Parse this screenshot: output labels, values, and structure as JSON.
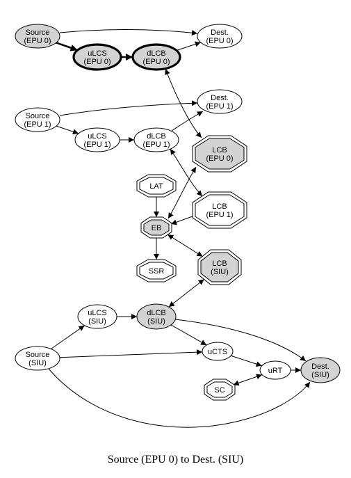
{
  "caption": "Source (EPU 0) to Dest. (SIU)",
  "colors": {
    "filled": "#d3d3d3",
    "plain": "#ffffff",
    "stroke": "#000000"
  },
  "nodes": {
    "src_epu0": {
      "shape": "ellipse",
      "lines": [
        "Source",
        "(EPU 0)"
      ],
      "filled": true,
      "bold": false
    },
    "dest_epu0": {
      "shape": "ellipse",
      "lines": [
        "Dest.",
        "(EPU 0)"
      ],
      "filled": false,
      "bold": false
    },
    "ulcs_epu0": {
      "shape": "ellipse",
      "lines": [
        "uLCS",
        "(EPU 0)"
      ],
      "filled": true,
      "bold": true
    },
    "dlcb_epu0": {
      "shape": "ellipse",
      "lines": [
        "dLCB",
        "(EPU 0)"
      ],
      "filled": true,
      "bold": true
    },
    "src_epu1": {
      "shape": "ellipse",
      "lines": [
        "Source",
        "(EPU 1)"
      ],
      "filled": false,
      "bold": false
    },
    "dest_epu1": {
      "shape": "ellipse",
      "lines": [
        "Dest.",
        "(EPU 1)"
      ],
      "filled": false,
      "bold": false
    },
    "ulcs_epu1": {
      "shape": "ellipse",
      "lines": [
        "uLCS",
        "(EPU 1)"
      ],
      "filled": false,
      "bold": false
    },
    "dlcb_epu1": {
      "shape": "ellipse",
      "lines": [
        "dLCB",
        "(EPU 1)"
      ],
      "filled": false,
      "bold": false
    },
    "lcb_epu0": {
      "shape": "octagon",
      "lines": [
        "LCB",
        "(EPU 0)"
      ],
      "filled": true,
      "bold": false
    },
    "lat": {
      "shape": "octagon",
      "lines": [
        "LAT"
      ],
      "filled": false,
      "bold": false
    },
    "lcb_epu1": {
      "shape": "octagon",
      "lines": [
        "LCB",
        "(EPU 1)"
      ],
      "filled": false,
      "bold": false
    },
    "eb": {
      "shape": "octagon",
      "lines": [
        "EB"
      ],
      "filled": true,
      "bold": false
    },
    "lcb_siu": {
      "shape": "octagon",
      "lines": [
        "LCB",
        "(SIU)"
      ],
      "filled": true,
      "bold": false
    },
    "ssr": {
      "shape": "octagon",
      "lines": [
        "SSR"
      ],
      "filled": false,
      "bold": false
    },
    "ulcs_siu": {
      "shape": "ellipse",
      "lines": [
        "uLCS",
        "(SIU)"
      ],
      "filled": false,
      "bold": false
    },
    "dlcb_siu": {
      "shape": "ellipse",
      "lines": [
        "dLCB",
        "(SIU)"
      ],
      "filled": true,
      "bold": false
    },
    "src_siu": {
      "shape": "ellipse",
      "lines": [
        "Source",
        "(SIU)"
      ],
      "filled": false,
      "bold": false
    },
    "ucts": {
      "shape": "ellipse",
      "lines": [
        "uCTS"
      ],
      "filled": false,
      "bold": false
    },
    "urt": {
      "shape": "ellipse",
      "lines": [
        "uRT"
      ],
      "filled": false,
      "bold": false
    },
    "dest_siu": {
      "shape": "ellipse",
      "lines": [
        "Dest.",
        "(SIU)"
      ],
      "filled": true,
      "bold": false
    },
    "sc": {
      "shape": "octagon",
      "lines": [
        "SC"
      ],
      "filled": false,
      "bold": false
    }
  },
  "edges": [
    {
      "from": "src_epu0",
      "to": "dest_epu0",
      "dir": "forward",
      "bold": false
    },
    {
      "from": "src_epu0",
      "to": "ulcs_epu0",
      "dir": "forward",
      "bold": true
    },
    {
      "from": "ulcs_epu0",
      "to": "dlcb_epu0",
      "dir": "forward",
      "bold": true
    },
    {
      "from": "dlcb_epu0",
      "to": "dest_epu0",
      "dir": "forward",
      "bold": false
    },
    {
      "from": "dlcb_epu0",
      "to": "lcb_epu0",
      "dir": "both",
      "bold": false
    },
    {
      "from": "src_epu1",
      "to": "dest_epu1",
      "dir": "forward",
      "bold": false
    },
    {
      "from": "src_epu1",
      "to": "ulcs_epu1",
      "dir": "forward",
      "bold": false
    },
    {
      "from": "ulcs_epu1",
      "to": "dlcb_epu1",
      "dir": "forward",
      "bold": false
    },
    {
      "from": "dlcb_epu1",
      "to": "dest_epu1",
      "dir": "forward",
      "bold": false
    },
    {
      "from": "dlcb_epu1",
      "to": "lcb_epu1",
      "dir": "both",
      "bold": false
    },
    {
      "from": "lcb_epu0",
      "to": "eb",
      "dir": "both",
      "bold": false
    },
    {
      "from": "lat",
      "to": "eb",
      "dir": "forward",
      "bold": false
    },
    {
      "from": "lcb_epu1",
      "to": "eb",
      "dir": "forward",
      "bold": false
    },
    {
      "from": "eb",
      "to": "ssr",
      "dir": "forward",
      "bold": false
    },
    {
      "from": "eb",
      "to": "lcb_siu",
      "dir": "both",
      "bold": false
    },
    {
      "from": "dlcb_siu",
      "to": "lcb_siu",
      "dir": "both",
      "bold": false
    },
    {
      "from": "src_siu",
      "to": "ulcs_siu",
      "dir": "forward",
      "bold": false
    },
    {
      "from": "ulcs_siu",
      "to": "dlcb_siu",
      "dir": "forward",
      "bold": false
    },
    {
      "from": "dlcb_siu",
      "to": "ucts",
      "dir": "forward",
      "bold": false
    },
    {
      "from": "dlcb_siu",
      "to": "dest_siu",
      "dir": "forward",
      "bold": false
    },
    {
      "from": "src_siu",
      "to": "ucts",
      "dir": "forward",
      "bold": false
    },
    {
      "from": "ucts",
      "to": "urt",
      "dir": "forward",
      "bold": false
    },
    {
      "from": "urt",
      "to": "dest_siu",
      "dir": "forward",
      "bold": false
    },
    {
      "from": "sc",
      "to": "urt",
      "dir": "both",
      "bold": false
    },
    {
      "from": "src_siu",
      "to": "dest_siu",
      "dir": "forward",
      "bold": false
    }
  ]
}
